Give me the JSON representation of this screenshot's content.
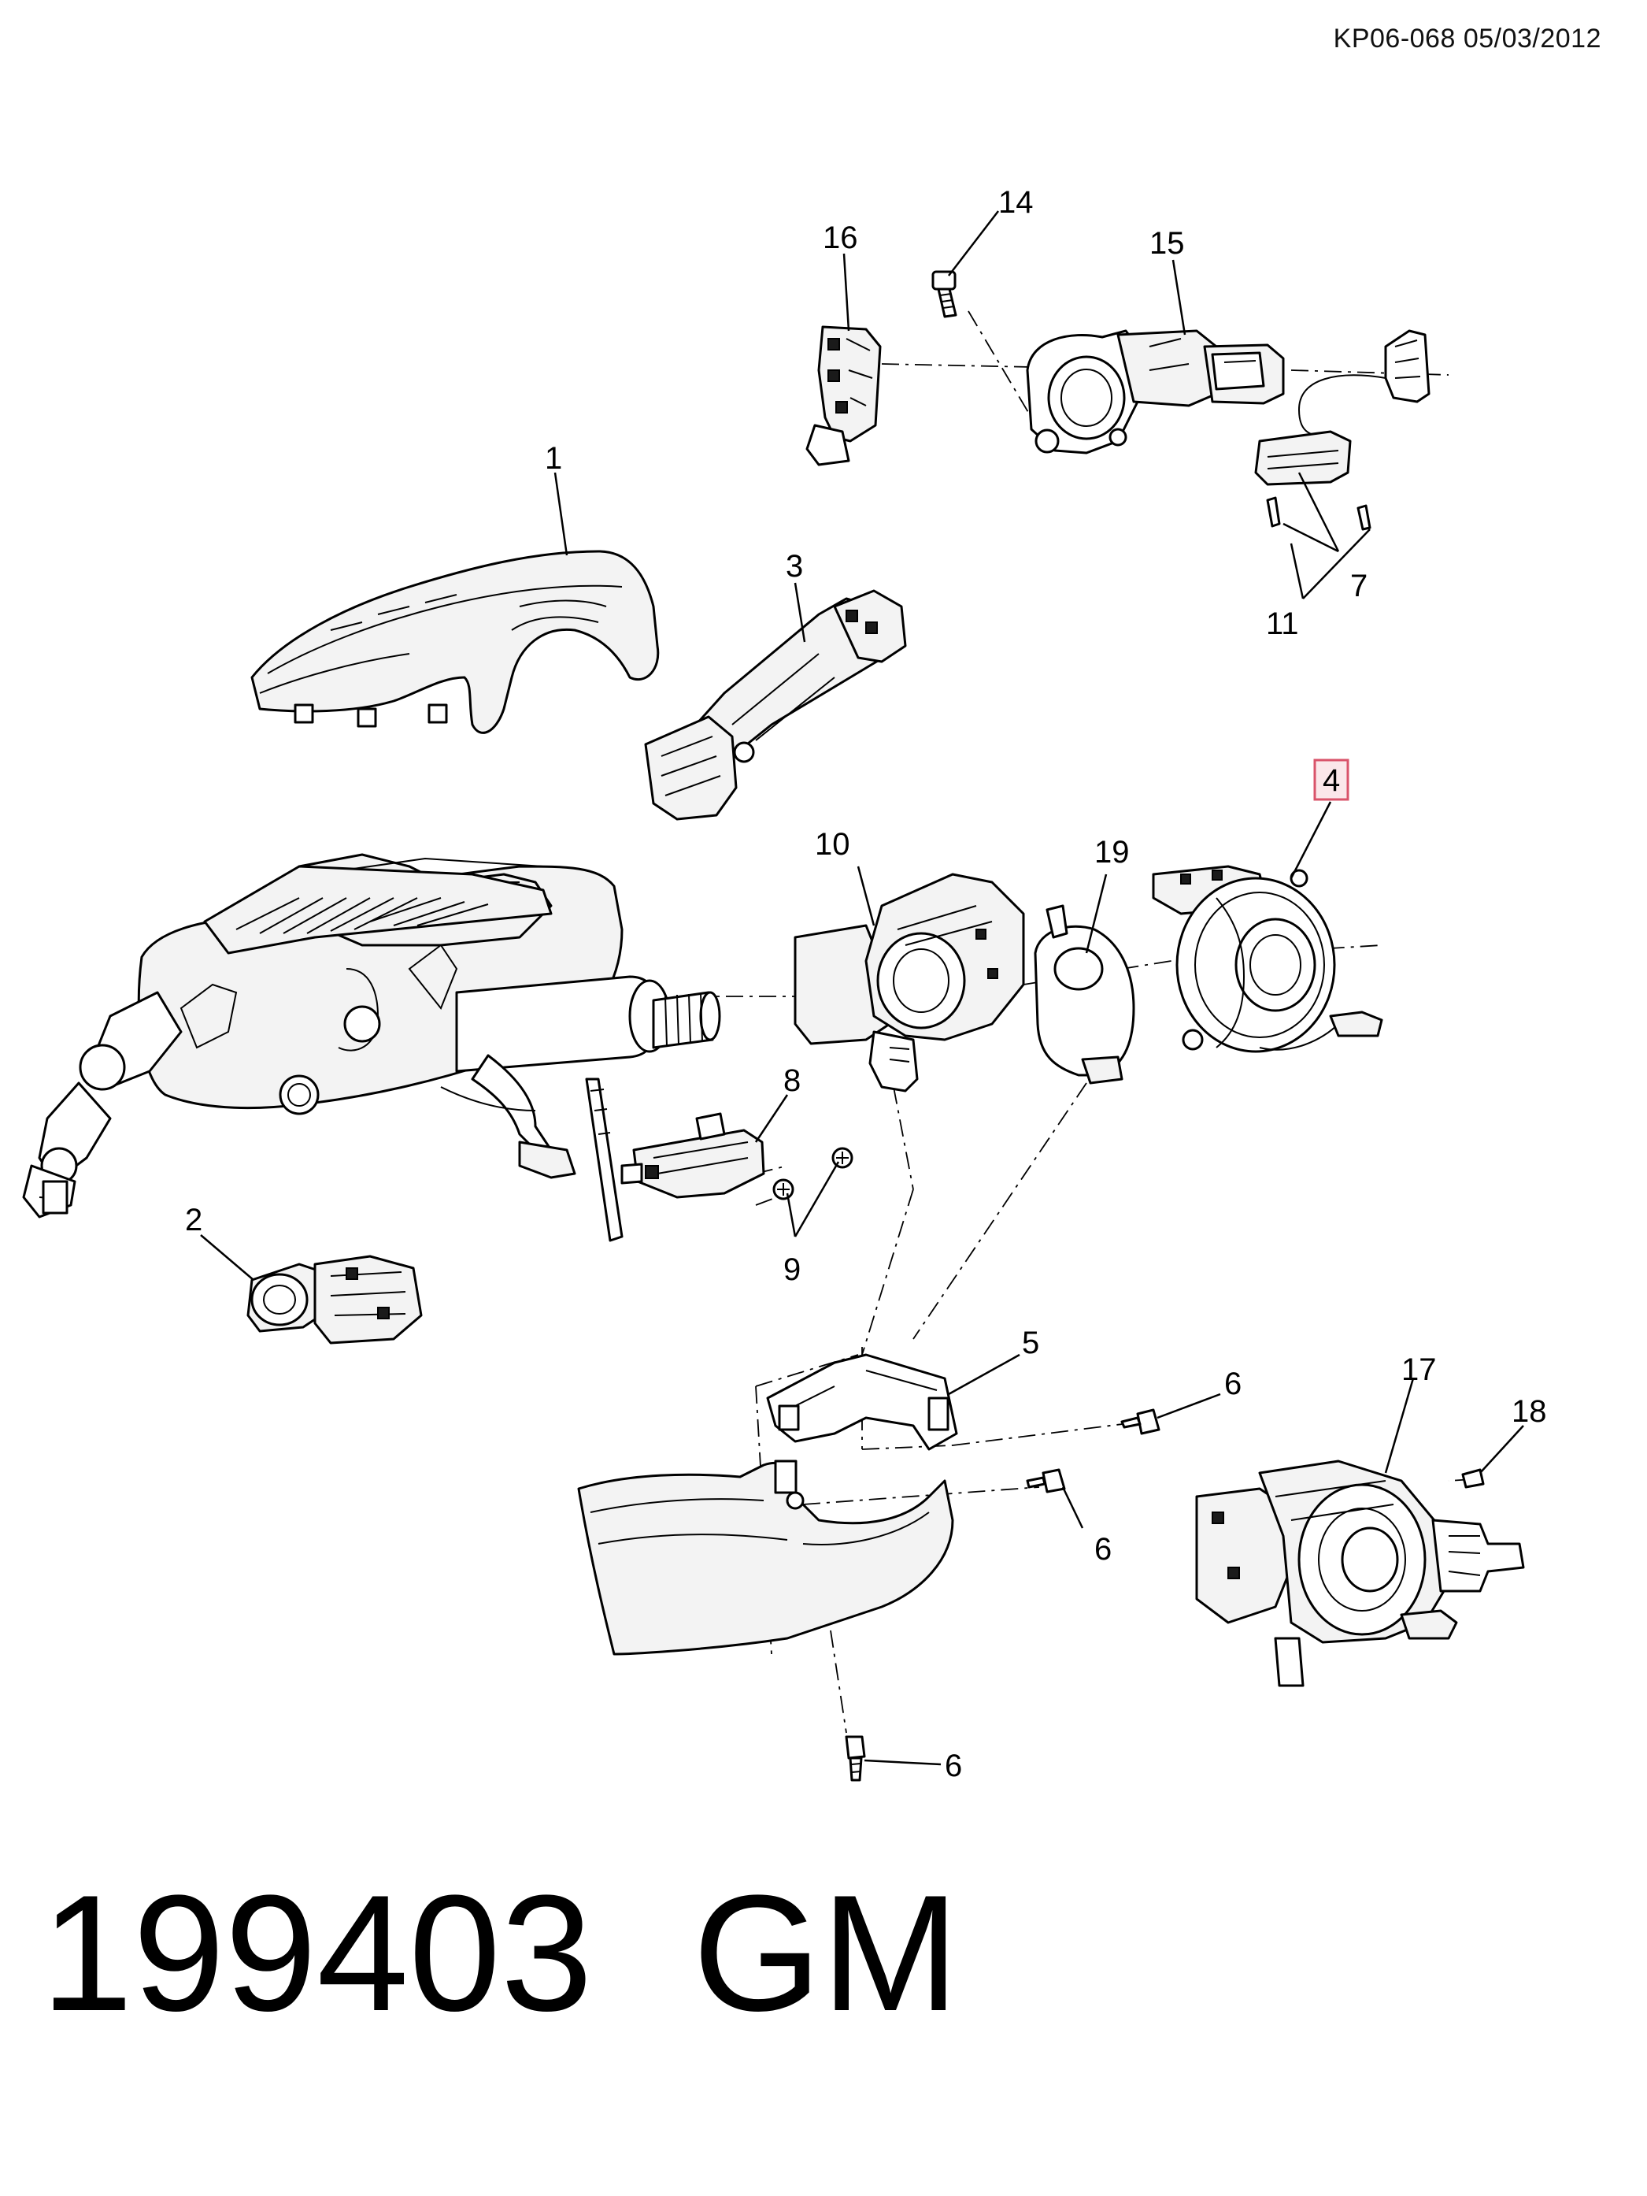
{
  "header": {
    "reference_code": "KP06-068 05/03/2012"
  },
  "footer": {
    "diagram_id": "199403",
    "brand": "GM"
  },
  "callouts": [
    {
      "number": "1"
    },
    {
      "number": "2"
    },
    {
      "number": "3"
    },
    {
      "number": "4",
      "highlighted": true
    },
    {
      "number": "5"
    },
    {
      "number": "6"
    },
    {
      "number": "6"
    },
    {
      "number": "6"
    },
    {
      "number": "7"
    },
    {
      "number": "8"
    },
    {
      "number": "9"
    },
    {
      "number": "10"
    },
    {
      "number": "11"
    },
    {
      "number": "14"
    },
    {
      "number": "15"
    },
    {
      "number": "16"
    },
    {
      "number": "17"
    },
    {
      "number": "18"
    },
    {
      "number": "19"
    }
  ],
  "colors": {
    "highlight_fill": "#fbe7ea",
    "highlight_stroke": "#d9536a",
    "line": "#000000"
  }
}
